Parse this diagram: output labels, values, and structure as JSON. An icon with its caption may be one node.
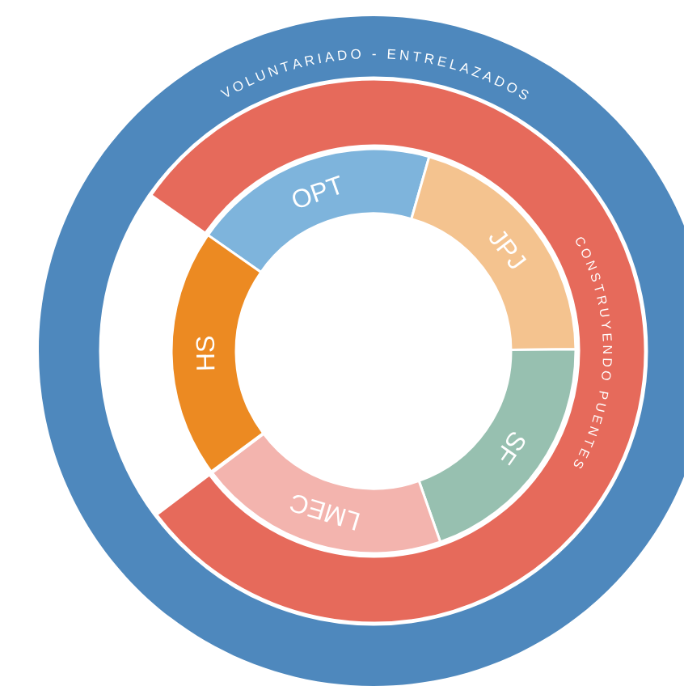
{
  "diagram": {
    "nodes": [
      {
        "text": [
          "VOLUNTARIADO - ENTRELAZADOS"
        ]
      },
      {
        "text": [
          "CONSTRUYENDO PUENTES"
        ],
        "in": 0
      },
      {
        "text": [
          "OPT"
        ],
        "in": 1
      },
      {
        "text": [
          "JPJ"
        ],
        "in": 1
      },
      {
        "text": [
          "SF"
        ],
        "in": 1
      },
      {
        "text": [
          "LMEC"
        ],
        "in": 1
      },
      {
        "text": [
          "HS"
        ],
        "in": 0
      }
    ]
  }
}
